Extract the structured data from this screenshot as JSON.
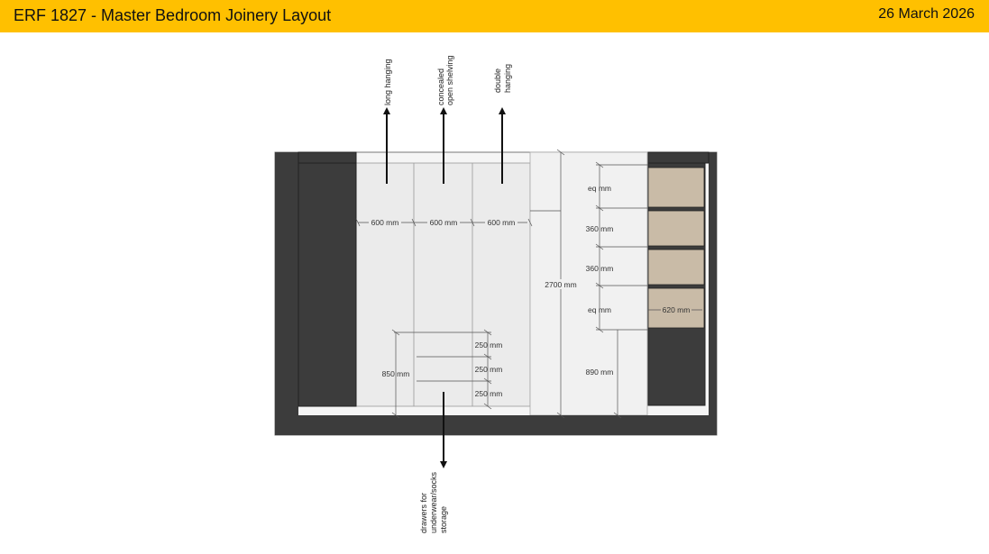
{
  "header": {
    "title": "ERF 1827 -  Master Bedroom Joinery Layout",
    "date": "26 March 2026"
  },
  "colors": {
    "accent": "#FFC000",
    "carcass": "#3c3c3c",
    "panel": "#ececec",
    "shelf_fill": "#c9bba7"
  },
  "labels": {
    "long_hanging": "long hanging",
    "concealed_1": "concealed",
    "concealed_2": "open shelving",
    "double_1": "double",
    "double_2": "hanging",
    "drawers_1": "drawers for",
    "drawers_2": "underwear/socks",
    "drawers_3": "storage"
  },
  "dimensions": {
    "w1": "600 mm",
    "w2": "600 mm",
    "w3": "600 mm",
    "drawer_height": "850 mm",
    "d1": "250 mm",
    "d2": "250 mm",
    "d3": "250 mm",
    "height": "2700 mm",
    "s1": "eq mm",
    "s2": "360 mm",
    "s3": "360 mm",
    "s4": "eq mm",
    "base": "890 mm",
    "depth": "620 mm"
  }
}
